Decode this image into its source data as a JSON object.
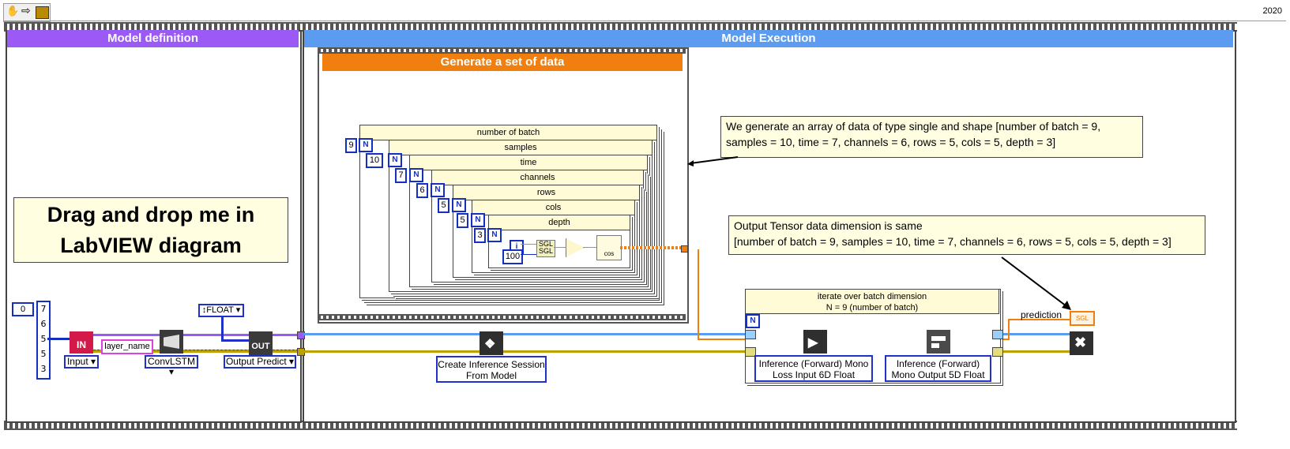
{
  "toolbar": {
    "icons": [
      "hand-icon",
      "arrow-right-icon",
      "run-highlight-icon"
    ],
    "version": "2020"
  },
  "frames": {
    "model_definition": {
      "title": "Model definition",
      "color": "#9b59f5"
    },
    "model_execution": {
      "title": "Model Execution",
      "color": "#5b9cf0"
    },
    "generate_data": {
      "title": "Generate a set of data",
      "color": "#f07f10"
    }
  },
  "drag_note": "Drag and drop me in LabVIEW diagram",
  "model_def": {
    "shape_const": "0",
    "shape_values": [
      "7",
      "6",
      "5",
      "5",
      "3"
    ],
    "in_label": "IN",
    "input_ring": "Input",
    "layer_name": "layer_name",
    "convlstm_ring": "ConvLSTM",
    "float_ring": "FLOAT",
    "out_label": "OUT",
    "output_ring": "Output Predict"
  },
  "loops": [
    {
      "title": "number of batch",
      "n": "9"
    },
    {
      "title": "samples",
      "n": "10"
    },
    {
      "title": "time",
      "n": "7"
    },
    {
      "title": "channels",
      "n": "6"
    },
    {
      "title": "rows",
      "n": "5"
    },
    {
      "title": "cols",
      "n": "5"
    },
    {
      "title": "depth",
      "n": "3"
    }
  ],
  "inner": {
    "i_label": "i",
    "const_100": "100",
    "sgl_a": "SGL",
    "sgl_b": "SGL",
    "cos_label": "cos"
  },
  "notes": {
    "generate_note": "We generate an array of data of type single and shape [number of batch = 9, samples = 10, time = 7, channels = 6, rows = 5, cols = 5, depth = 3]",
    "output_note_line1": "Output Tensor data dimension is same",
    "output_note_line2": "[number of batch = 9, samples = 10, time = 7, channels = 6, rows = 5, cols = 5, depth = 3]"
  },
  "execution": {
    "create_session": "Create Inference Session From Model",
    "batch_loop_title_1": "iterate over batch dimension",
    "batch_loop_title_2": "N = 9 (number of batch)",
    "inference_input": "Inference (Forward) Mono Loss Input 6D Float",
    "inference_output": "Inference (Forward) Mono Output 5D Float",
    "prediction_label": "prediction",
    "prediction_indicator": "SGL"
  }
}
